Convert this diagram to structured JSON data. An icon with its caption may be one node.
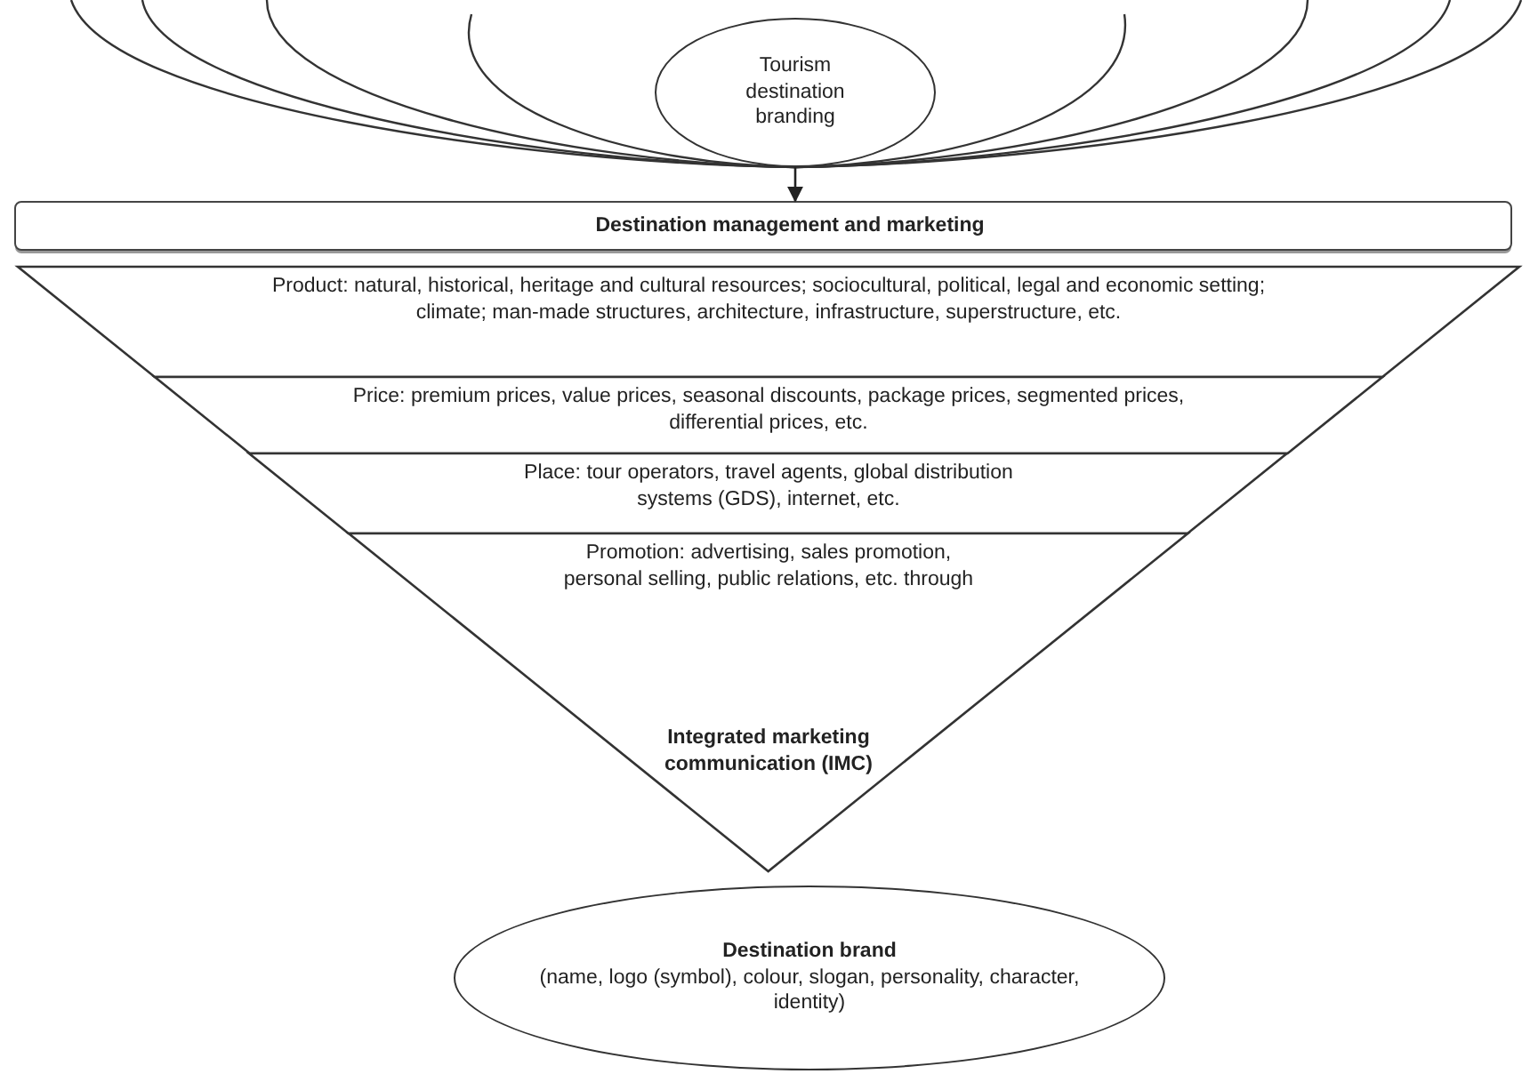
{
  "diagram": {
    "nodes": [
      {
        "text": [
          "Tourism destination branding"
        ]
      },
      {
        "text": [
          "Destination management and marketing"
        ]
      },
      {
        "text": [
          "Product: natural, historical, heritage and cultural resources; sociocultural, political, legal and economic setting; climate; man-made structures, architecture, infrastructure, superstructure, etc."
        ]
      },
      {
        "text": [
          "Price: premium prices, value prices, seasonal discounts, package prices, segmented prices, differential prices, etc."
        ]
      },
      {
        "text": [
          "Place: tour operators, travel agents, global distribution systems (GDS), internet, etc."
        ]
      },
      {
        "text": [
          "Promotion: advertising, sales promotion, personal selling, public relations, etc. through",
          "Integrated marketing communication (IMC)"
        ]
      },
      {
        "text": [
          "Destination brand",
          "(name, logo (symbol), colour, slogan, personality, character, identity)"
        ]
      }
    ],
    "edges": [
      {
        "from": 0,
        "to": 1,
        "arrow": "to"
      }
    ]
  }
}
